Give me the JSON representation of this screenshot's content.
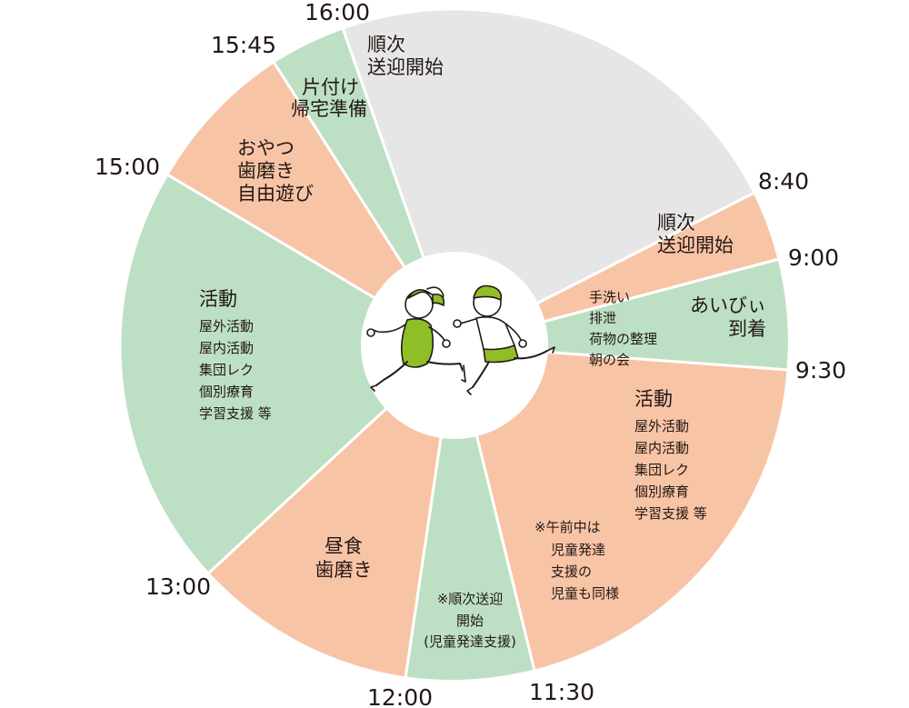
{
  "colors": {
    "gray": "#e6e6e6",
    "orange": "#f8c4a6",
    "green": "#bde0c5",
    "accent_green": "#8fbe27",
    "line": "#ffffff",
    "text": "#231815"
  },
  "time_labels": [
    "16:00",
    "8:40",
    "9:00",
    "9:30",
    "11:30",
    "12:00",
    "13:00",
    "15:00",
    "15:45"
  ],
  "segments": {
    "pickup_morning": {
      "lines": [
        "順次",
        "送迎開始"
      ]
    },
    "arrival_pickup": {
      "lines": [
        "順次",
        "送迎開始"
      ]
    },
    "greeting": {
      "lines": [
        "あいびぃ",
        "到着"
      ]
    },
    "morning_routine": {
      "lines": [
        "手洗い",
        "排泄",
        "荷物の整理",
        "朝の会"
      ]
    },
    "morning_activity": {
      "title": "活動",
      "items": [
        "屋外活動",
        "屋内活動",
        "集団レク",
        "個別療育",
        "学習支援 等"
      ],
      "note": [
        "※午前中は",
        "児童発達",
        "支援の",
        "児童も同様"
      ]
    },
    "noon_pickup": {
      "lines": [
        "※順次送迎",
        "開始",
        "(児童発達支援)"
      ]
    },
    "lunch": {
      "lines": [
        "昼食",
        "歯磨き"
      ]
    },
    "afternoon_activity": {
      "title": "活動",
      "items": [
        "屋外活動",
        "屋内活動",
        "集団レク",
        "個別療育",
        "学習支援 等"
      ]
    },
    "snack": {
      "lines": [
        "おやつ",
        "歯磨き",
        "自由遊び"
      ]
    },
    "cleanup": {
      "lines": [
        "片付け",
        "帰宅準備"
      ]
    }
  }
}
